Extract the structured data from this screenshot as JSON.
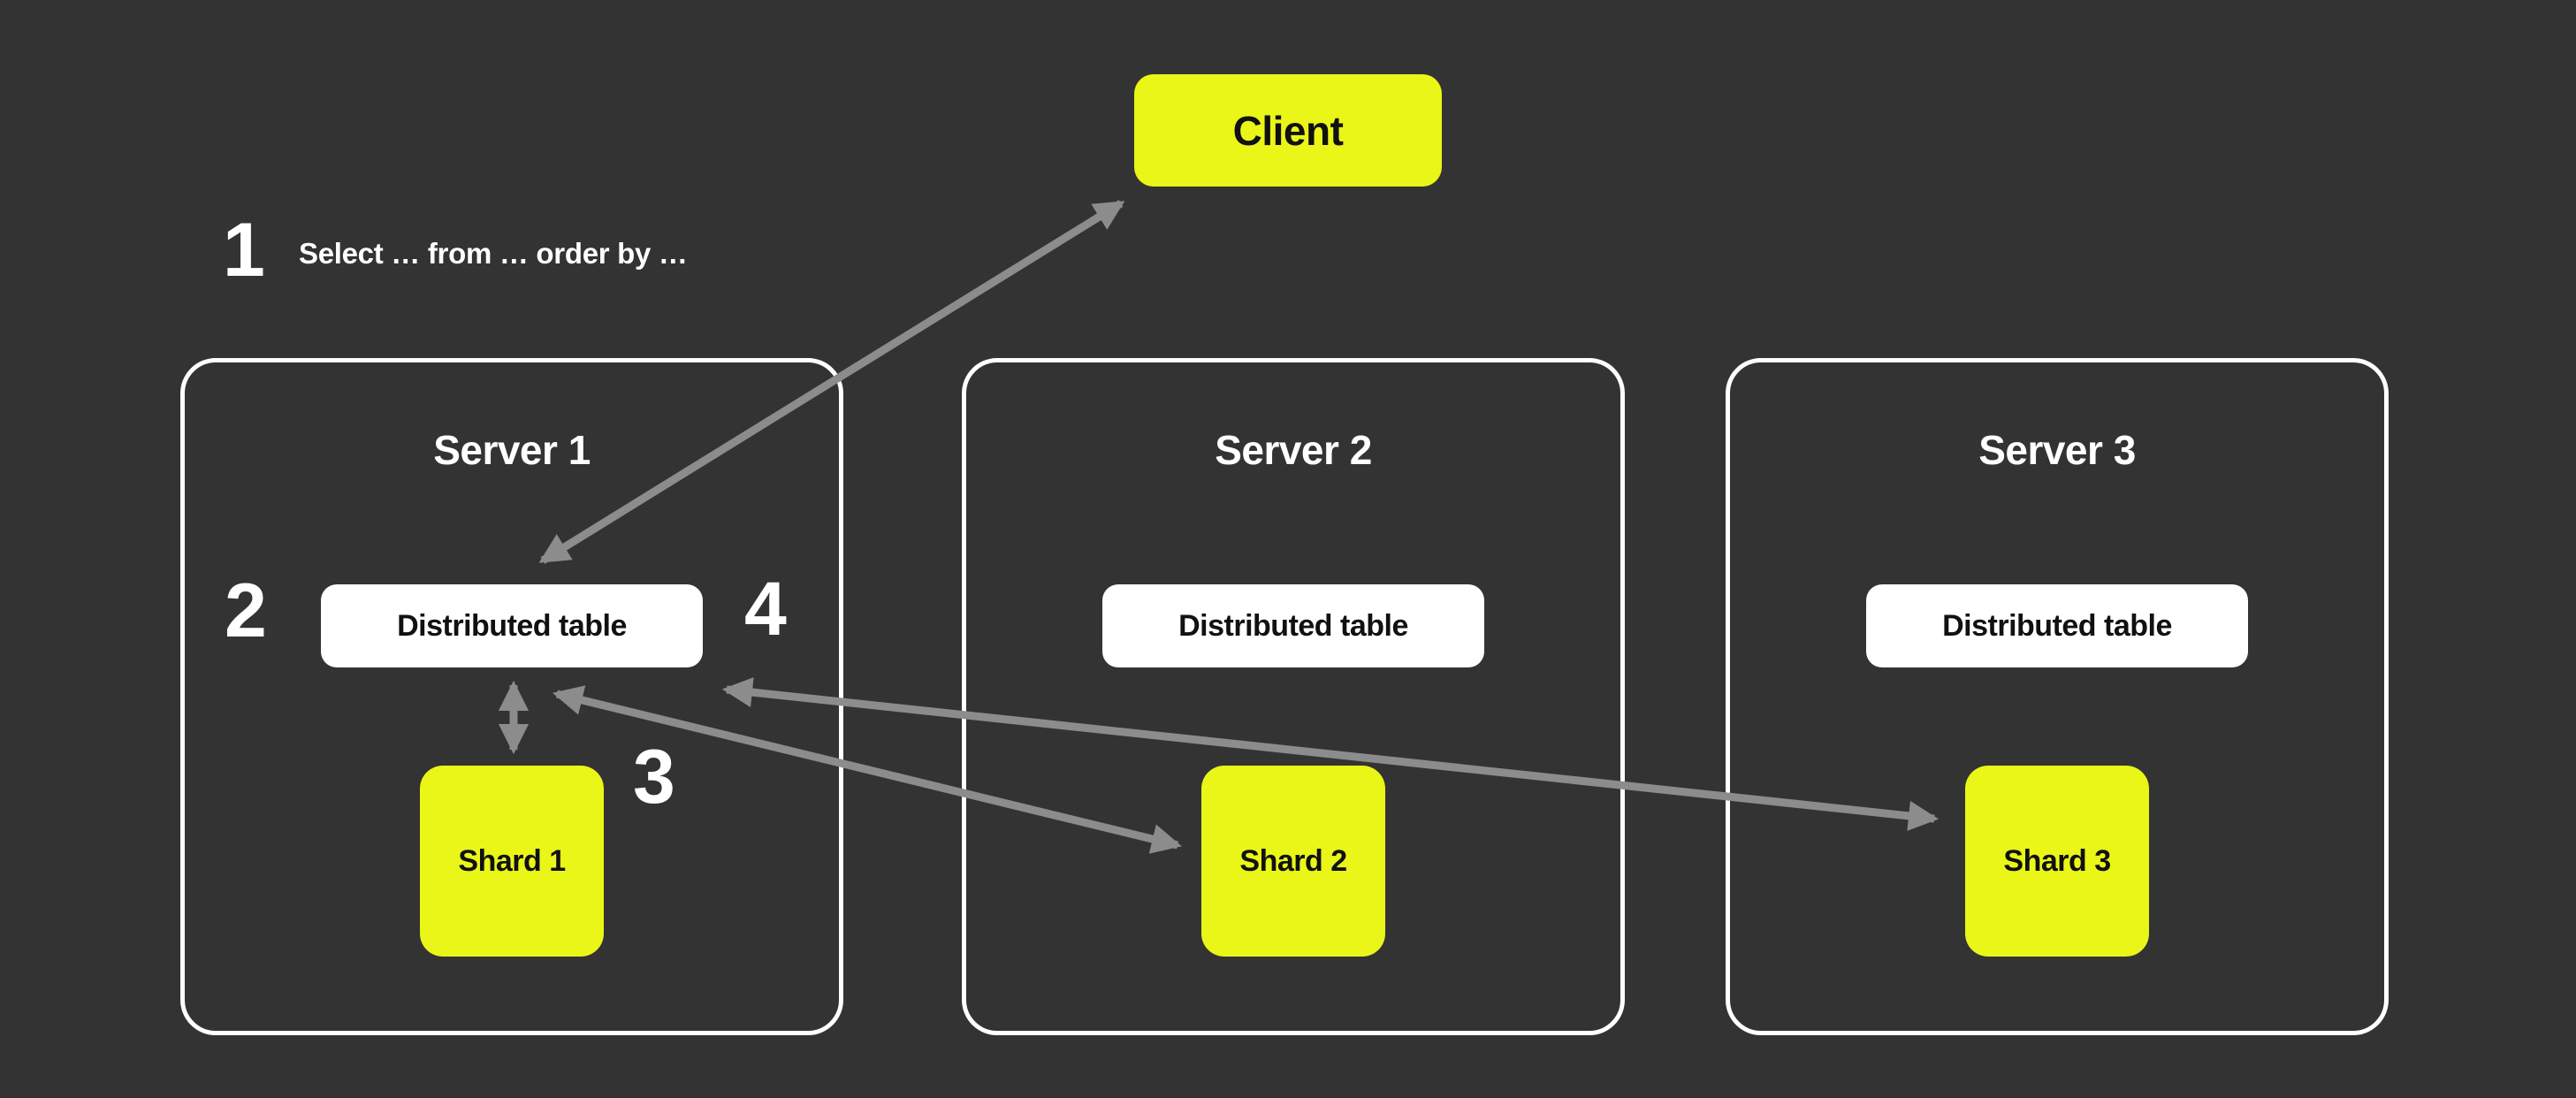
{
  "colors": {
    "background": "#333333",
    "accent_yellow": "#e9f618",
    "box_white": "#ffffff",
    "arrow_gray": "#8c8c8c",
    "text_dark": "#111111",
    "text_light": "#ffffff"
  },
  "client": {
    "label": "Client"
  },
  "steps": [
    {
      "number": "1",
      "label": "Select … from … order by …"
    },
    {
      "number": "2"
    },
    {
      "number": "3"
    },
    {
      "number": "4"
    }
  ],
  "servers": [
    {
      "title": "Server 1",
      "table": "Distributed table",
      "shard": "Shard 1"
    },
    {
      "title": "Server 2",
      "table": "Distributed table",
      "shard": "Shard 2"
    },
    {
      "title": "Server 3",
      "table": "Distributed table",
      "shard": "Shard 3"
    }
  ],
  "connections": [
    {
      "from": "client",
      "to": "server1-distributed-table",
      "bidirectional": true
    },
    {
      "from": "server1-distributed-table",
      "to": "shard-1",
      "bidirectional": true
    },
    {
      "from": "server1-distributed-table",
      "to": "shard-2",
      "bidirectional": true
    },
    {
      "from": "server1-distributed-table",
      "to": "shard-3",
      "bidirectional": true
    }
  ]
}
